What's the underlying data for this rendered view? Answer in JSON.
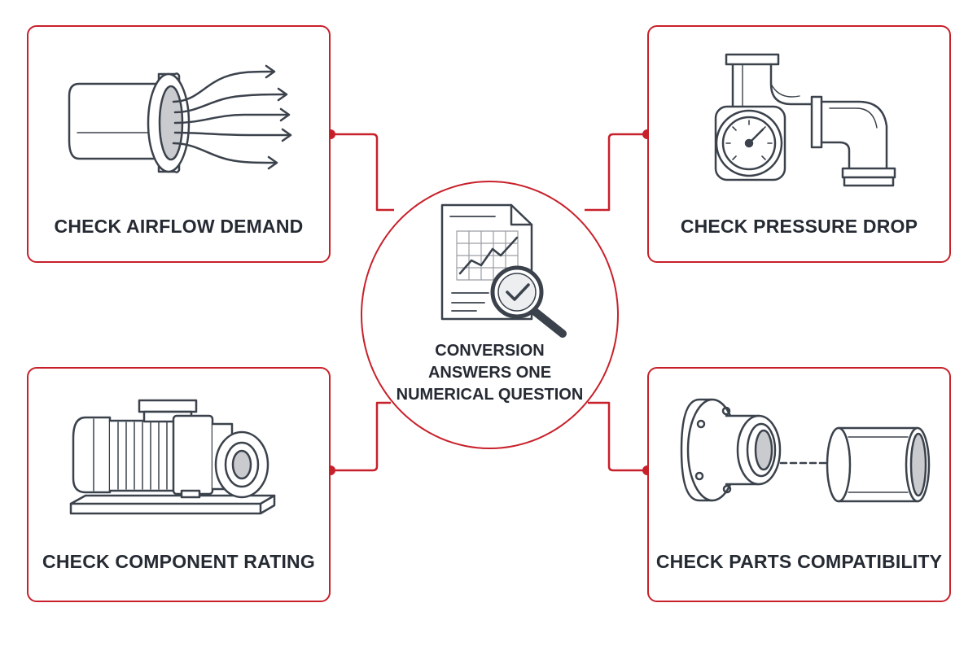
{
  "colors": {
    "accent": "#c8202a",
    "ink": "#3b424c",
    "text": "#252a33",
    "fill": "#dcdee1"
  },
  "hub": {
    "icon": "report-chart-magnifier-check-icon",
    "lines": [
      "CONVERSION",
      "ANSWERS ONE",
      "NUMERICAL QUESTION"
    ]
  },
  "checks": [
    {
      "label": "CHECK AIRFLOW DEMAND",
      "icon": "duct-airflow-icon"
    },
    {
      "label": "CHECK PRESSURE DROP",
      "icon": "pipe-pressure-gauge-icon"
    },
    {
      "label": "CHECK COMPONENT RATING",
      "icon": "motor-pump-icon"
    },
    {
      "label": "CHECK PARTS COMPATIBILITY",
      "icon": "flange-pipe-fitting-icon"
    }
  ]
}
